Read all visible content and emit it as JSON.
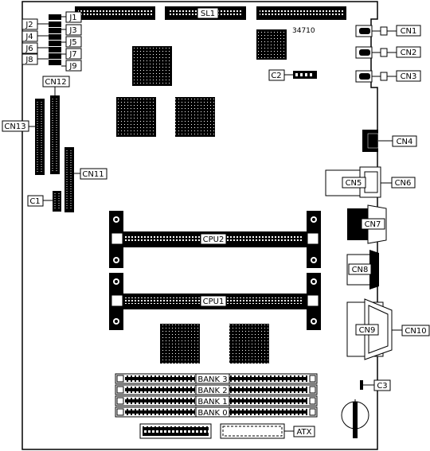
{
  "diagram": {
    "part_number": "34710",
    "slot_label": "SL1",
    "jumpers": [
      "J1",
      "J2",
      "J3",
      "J4",
      "J5",
      "J6",
      "J7",
      "J8",
      "J9"
    ],
    "connectors": {
      "cn1": "CN1",
      "cn2": "CN2",
      "cn3": "CN3",
      "cn4": "CN4",
      "cn5": "CN5",
      "cn6": "CN6",
      "cn7": "CN7",
      "cn8": "CN8",
      "cn9": "CN9",
      "cn10": "CN10",
      "cn11": "CN11",
      "cn12": "CN12",
      "cn13": "CN13",
      "atx": "ATX"
    },
    "components": {
      "c1": "C1",
      "c2": "C2",
      "c3": "C3"
    },
    "cpu_slots": {
      "cpu2": "CPU2",
      "cpu1": "CPU1"
    },
    "banks": [
      "BANK 3",
      "BANK 2",
      "BANK 1",
      "BANK 0"
    ]
  }
}
